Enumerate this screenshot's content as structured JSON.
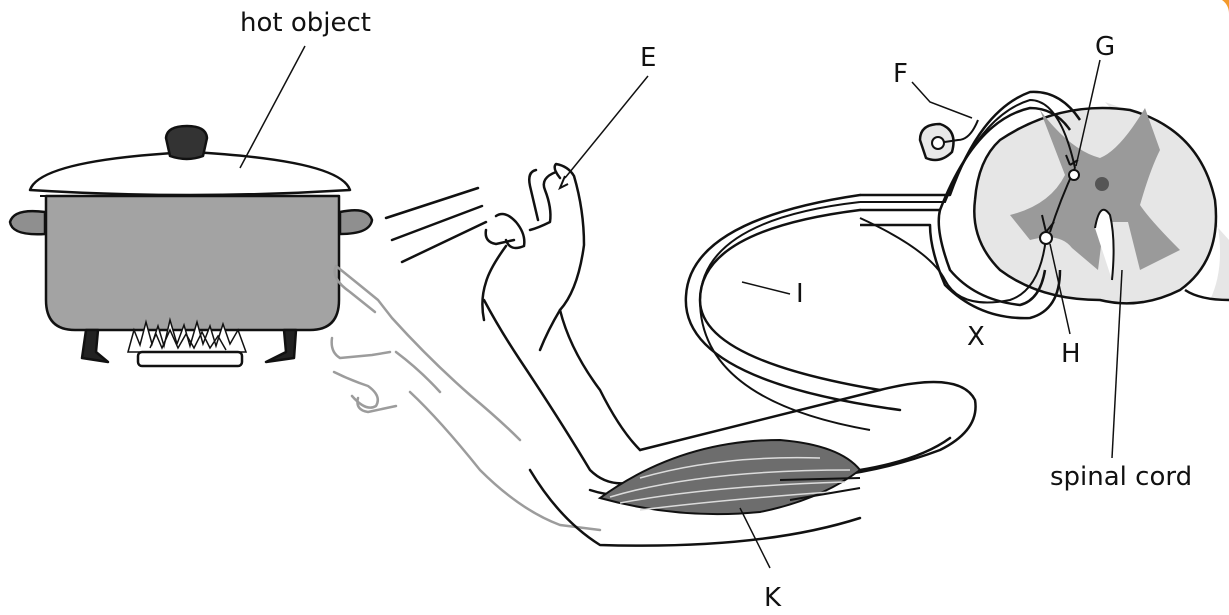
{
  "labels": {
    "hot_object": "hot object",
    "E": "E",
    "F": "F",
    "G": "G",
    "H": "H",
    "I": "I",
    "X": "X",
    "K": "K",
    "spinal_cord": "spinal cord"
  },
  "colors": {
    "pot_body": "#a3a3a3",
    "pot_lid": "#ffffff",
    "outline": "#111111",
    "grey_matter": "#9a9a9a",
    "cord_outer": "#e6e6e6",
    "nerve_fill": "#e8e8e8",
    "faded_arm": "#9c9c9c",
    "orange_corner": "#f39a2b"
  },
  "icons": [
    "hot-pot",
    "flame",
    "reflex-arm",
    "spinal-cord-section",
    "muscle"
  ]
}
